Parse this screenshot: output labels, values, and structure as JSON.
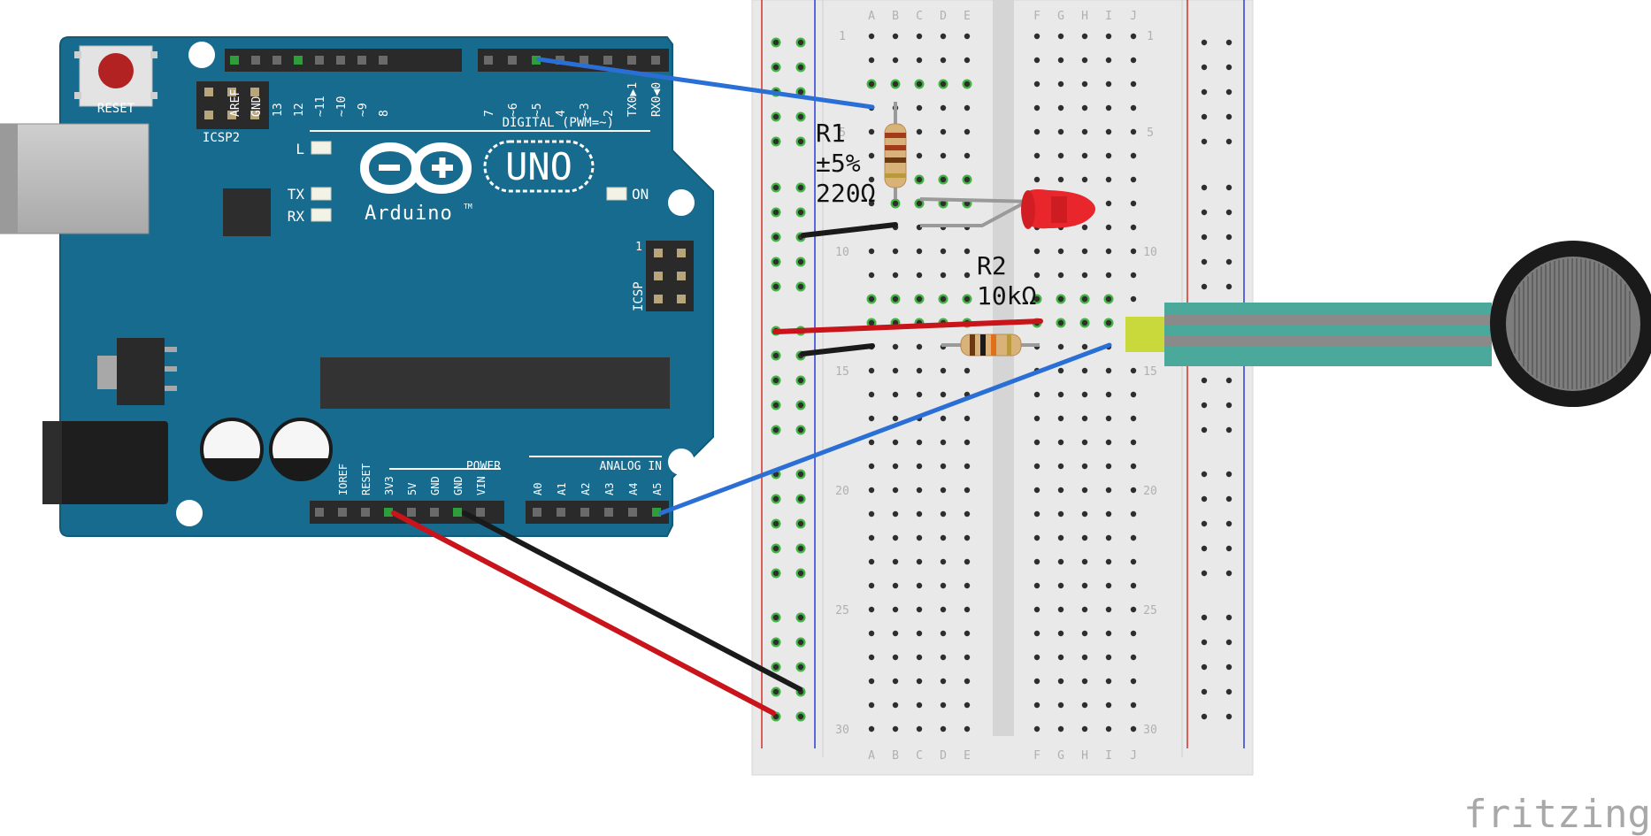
{
  "arduino": {
    "reset_label": "RESET",
    "icsp2_label": "ICSP2",
    "icsp_label": "ICSP",
    "icsp_pin1": "1",
    "digital_label": "DIGITAL (PWM=~)",
    "top_pins": [
      "AREF",
      "GND",
      "13",
      "12",
      "~11",
      "~10",
      "~9",
      "8",
      "7",
      "~6",
      "~5",
      "4",
      "~3",
      "2",
      "TX0▶1",
      "RX0◀0"
    ],
    "led_l": "L",
    "led_tx": "TX",
    "led_rx": "RX",
    "led_on": "ON",
    "logo_uno": "UNO",
    "logo_arduino": "Arduino",
    "logo_tm": "TM",
    "power_label": "POWER",
    "analog_label": "ANALOG IN",
    "power_pins": [
      "IOREF",
      "RESET",
      "3V3",
      "5V",
      "GND",
      "GND",
      "VIN"
    ],
    "analog_pins": [
      "A0",
      "A1",
      "A2",
      "A3",
      "A4",
      "A5"
    ]
  },
  "breadboard": {
    "columns_left": [
      "A",
      "B",
      "C",
      "D",
      "E"
    ],
    "columns_right": [
      "F",
      "G",
      "H",
      "I",
      "J"
    ],
    "row_numbers": [
      "1",
      "5",
      "10",
      "15",
      "20",
      "25",
      "30"
    ]
  },
  "components": {
    "r1": {
      "name": "R1",
      "tolerance": "±5%",
      "value": "220Ω"
    },
    "r2": {
      "name": "R2",
      "value": "10kΩ"
    }
  },
  "watermark": "fritzing",
  "colors": {
    "board": "#176b8f",
    "wire_blue": "#2a6fd6",
    "wire_red": "#c8141a",
    "wire_black": "#1a1a1a",
    "led_red": "#e8262c",
    "sensor_teal": "#4aa99a",
    "hole_active": "#43b443"
  }
}
